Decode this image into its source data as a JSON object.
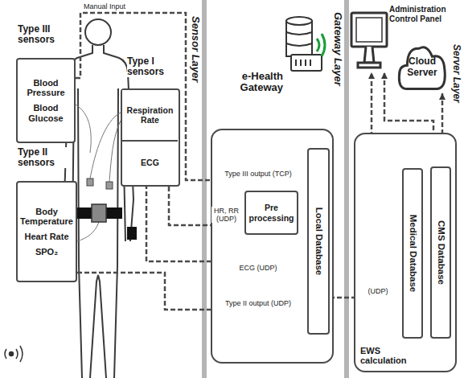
{
  "diagram": {
    "nodes": [
      {
        "text": [
          "Type III sensors",
          "Blood Pressure",
          "Blood Glucose"
        ]
      },
      {
        "text": [
          "Type I sensors"
        ]
      },
      {
        "text": [
          "Respiration Rate"
        ],
        "in": 1
      },
      {
        "text": [
          "ECG"
        ],
        "in": 1
      },
      {
        "text": [
          "Type II sensors",
          "Body Temperature",
          "Heart Rate",
          "SPO₂"
        ]
      },
      {
        "text": [
          "e-Health Gateway"
        ]
      },
      {
        "text": [
          "Pre processing"
        ],
        "in": 5
      },
      {
        "text": [
          "Local Database"
        ],
        "in": 5
      },
      {
        "text": [
          "EWS calculation"
        ]
      },
      {
        "text": [
          "Medical Database"
        ],
        "in": 8
      },
      {
        "text": [
          "CMS Database"
        ],
        "in": 8
      },
      {
        "text": [
          "Administration Control Panel"
        ]
      },
      {
        "text": [
          "Cloud Server"
        ]
      }
    ],
    "edges": [
      {
        "from": 0,
        "to": 7,
        "label": "Type III output (TCP)",
        "arrow": "to"
      },
      {
        "from": 1,
        "to": 6,
        "label": "HR, RR (UDP)",
        "arrow": "to"
      },
      {
        "from": 6,
        "to": 7,
        "arrow": "to"
      },
      {
        "from": 3,
        "to": 7,
        "label": "ECG (UDP)",
        "arrow": "to"
      },
      {
        "from": 4,
        "to": 7,
        "label": "Type II output (UDP)",
        "arrow": "to"
      },
      {
        "from": 7,
        "to": 9,
        "label": "(UDP)",
        "arrow": "to"
      },
      {
        "from": 9,
        "to": 11,
        "arrow": "to"
      },
      {
        "from": 10,
        "to": 11,
        "arrow": "both"
      },
      {
        "from": 12,
        "to": 10,
        "arrow": "both"
      }
    ],
    "labels": [
      "Manual Input",
      "Sensor Layer",
      "Gateway Layer",
      "Server Layer"
    ]
  }
}
